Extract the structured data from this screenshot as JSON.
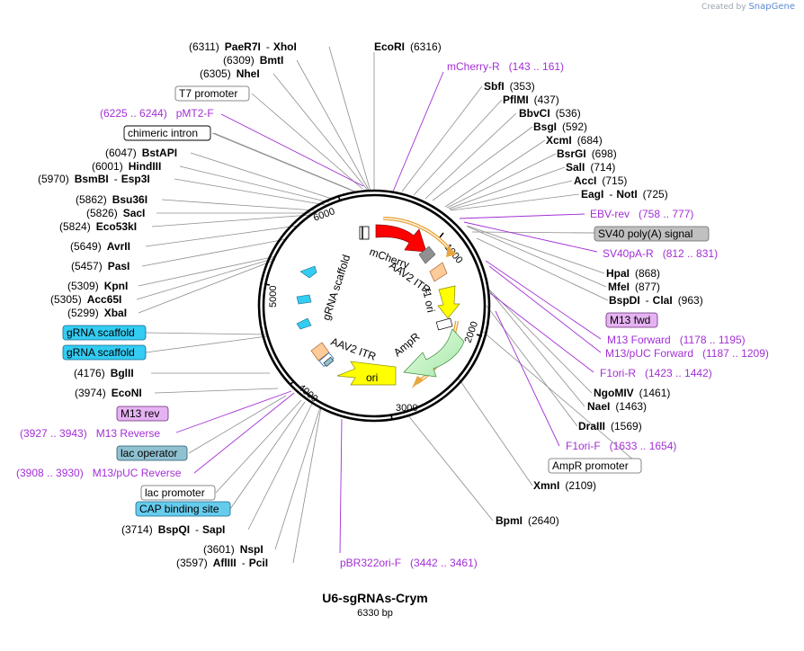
{
  "credit": {
    "prefix": "Created by",
    "brand": "SnapGene"
  },
  "plasmid": {
    "name": "U6-sgRNAs-Crym",
    "size_label": "6330 bp"
  },
  "ring_ticks": [
    "1000",
    "2000",
    "3000",
    "4000",
    "5000",
    "6000"
  ],
  "enzymes": [
    {
      "pos": "(6311)",
      "name": "PaeR7I",
      "name2": "XhoI"
    },
    {
      "pos": "(6309)",
      "name": "BmtI"
    },
    {
      "pos": "(6305)",
      "name": "NheI"
    },
    {
      "pos": "(6316)",
      "name": "EcoRI"
    },
    {
      "pos": "(353)",
      "name": "SbfI"
    },
    {
      "pos": "(437)",
      "name": "PflMI"
    },
    {
      "pos": "(536)",
      "name": "BbvCI"
    },
    {
      "pos": "(592)",
      "name": "BsgI"
    },
    {
      "pos": "(684)",
      "name": "XcmI"
    },
    {
      "pos": "(698)",
      "name": "BsrGI"
    },
    {
      "pos": "(714)",
      "name": "SalI"
    },
    {
      "pos": "(715)",
      "name": "AccI"
    },
    {
      "pos": "(725)",
      "name": "EagI",
      "name2": "NotI"
    },
    {
      "pos": "(868)",
      "name": "HpaI"
    },
    {
      "pos": "(877)",
      "name": "MfeI"
    },
    {
      "pos": "(963)",
      "name": "BspDI",
      "name2": "ClaI"
    },
    {
      "pos": "(1461)",
      "name": "NgoMIV"
    },
    {
      "pos": "(1463)",
      "name": "NaeI"
    },
    {
      "pos": "(1569)",
      "name": "DraIII"
    },
    {
      "pos": "(2109)",
      "name": "XmnI"
    },
    {
      "pos": "(2640)",
      "name": "BpmI"
    },
    {
      "pos": "(6047)",
      "name": "BstAPI"
    },
    {
      "pos": "(6001)",
      "name": "HindIII"
    },
    {
      "pos": "(5970)",
      "name": "BsmBI",
      "name2": "Esp3I"
    },
    {
      "pos": "(5862)",
      "name": "Bsu36I"
    },
    {
      "pos": "(5826)",
      "name": "SacI"
    },
    {
      "pos": "(5824)",
      "name": "Eco53kI"
    },
    {
      "pos": "(5649)",
      "name": "AvrII"
    },
    {
      "pos": "(5457)",
      "name": "PasI"
    },
    {
      "pos": "(5309)",
      "name": "KpnI"
    },
    {
      "pos": "(5305)",
      "name": "Acc65I"
    },
    {
      "pos": "(5299)",
      "name": "XbaI"
    },
    {
      "pos": "(4176)",
      "name": "BglII"
    },
    {
      "pos": "(3974)",
      "name": "EcoNI"
    },
    {
      "pos": "(3714)",
      "name": "BspQI",
      "name2": "SapI"
    },
    {
      "pos": "(3601)",
      "name": "NspI"
    },
    {
      "pos": "(3597)",
      "name": "AflIII",
      "name2": "PciI"
    }
  ],
  "primers": [
    {
      "name": "mCherry-R",
      "range": "(143 .. 161)"
    },
    {
      "name": "EBV-rev",
      "range": "(758 .. 777)"
    },
    {
      "name": "SV40pA-R",
      "range": "(812 .. 831)"
    },
    {
      "name": "M13 Forward",
      "range": "(1178 .. 1195)"
    },
    {
      "name": "M13/pUC Forward",
      "range": "(1187 .. 1209)"
    },
    {
      "name": "F1ori-R",
      "range": "(1423 .. 1442)"
    },
    {
      "name": "F1ori-F",
      "range": "(1633 .. 1654)"
    },
    {
      "name": "pBR322ori-F",
      "range": "(3442 .. 3461)"
    },
    {
      "name": "M13 Reverse",
      "range": "(3927 .. 3943)"
    },
    {
      "name": "M13/pUC Reverse",
      "range": "(3908 .. 3930)"
    },
    {
      "name": "pMT2-F",
      "range": "(6225 .. 6244)"
    }
  ],
  "boxed": [
    {
      "text": "T7 promoter",
      "fill": "#ffffff"
    },
    {
      "text": "chimeric intron",
      "fill": "#ffffff"
    },
    {
      "text": "SV40 poly(A) signal",
      "fill": "#c0c0c0"
    },
    {
      "text": "M13 fwd",
      "fill": "#e6b3f2"
    },
    {
      "text": "AmpR promoter",
      "fill": "#ffffff"
    },
    {
      "text": "gRNA scaffold",
      "fill": "#33ccf2"
    },
    {
      "text": "gRNA scaffold",
      "fill": "#33ccf2"
    },
    {
      "text": "M13 rev",
      "fill": "#e6b3f2"
    },
    {
      "text": "lac operator",
      "fill": "#8fc1d1"
    },
    {
      "text": "lac promoter",
      "fill": "#ffffff"
    },
    {
      "text": "CAP binding site",
      "fill": "#66ccee"
    }
  ],
  "features": [
    "mCherry",
    "AAV2 ITR",
    "f1 ori",
    "AmpR",
    "ori",
    "AAV2 ITR",
    "gRNA scaffold"
  ],
  "colors": {
    "primer": "#a32fd6",
    "mcherry": "#ff0000",
    "f1ori": "#ffff00",
    "ampr": "#ccffcc",
    "ori": "#ffff00",
    "itr": "#ffcc99",
    "grna": "#33ccf2",
    "ring": "#000000",
    "arrow_band": "#e8a640"
  }
}
